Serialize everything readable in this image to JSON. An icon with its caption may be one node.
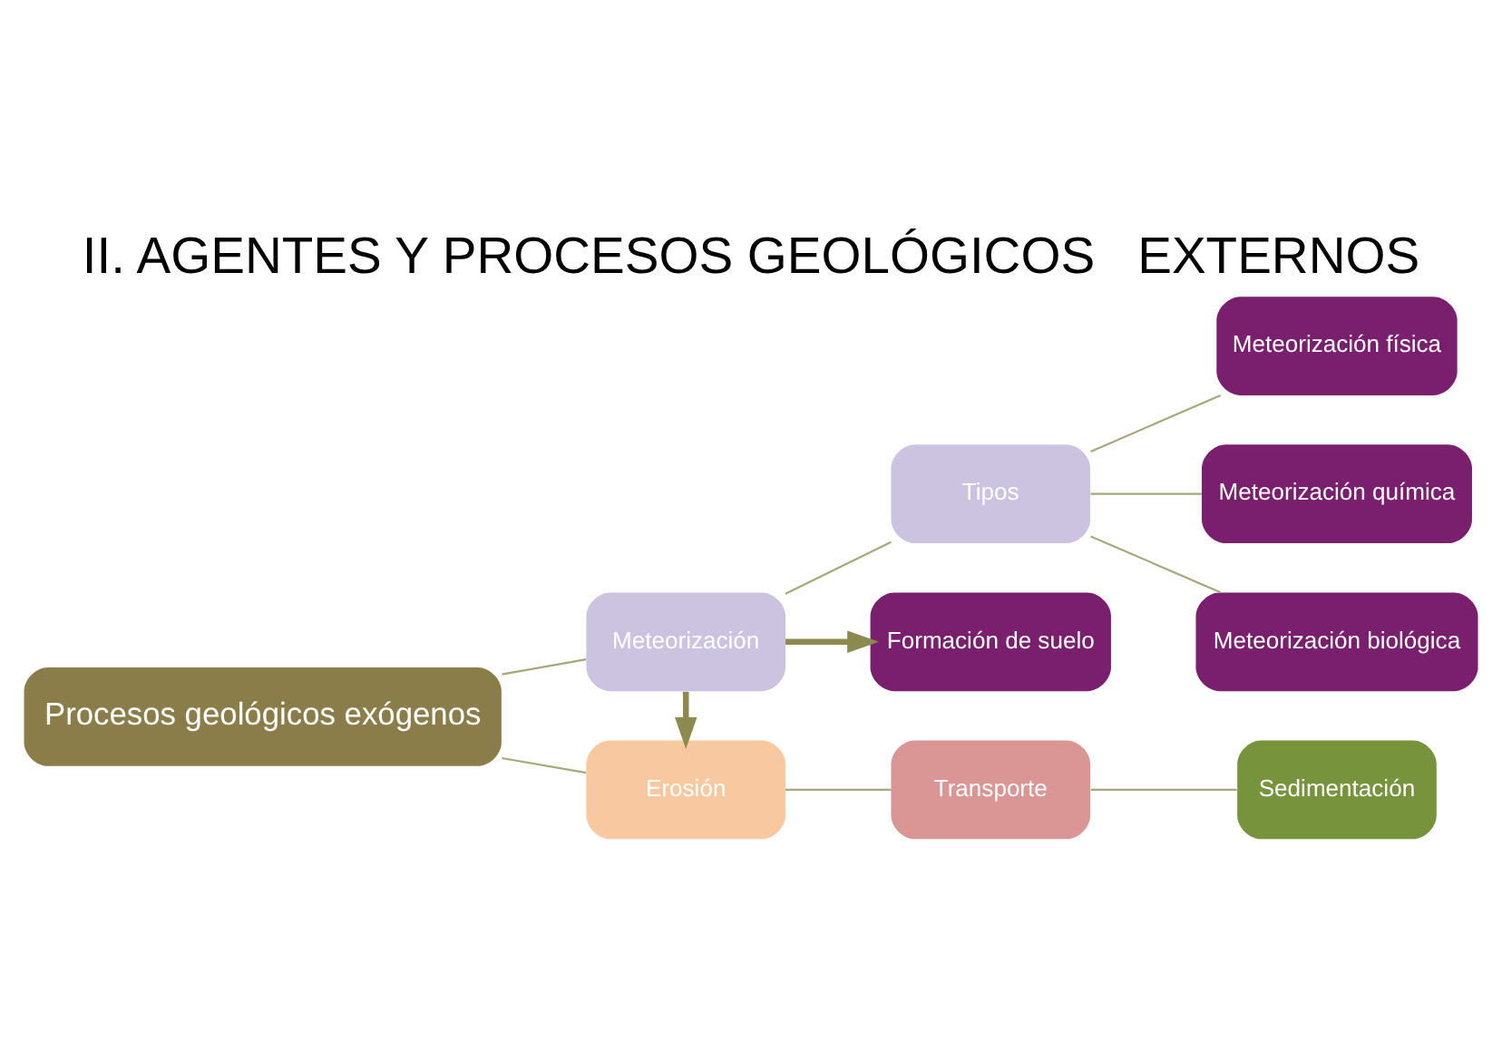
{
  "diagram": {
    "title": "II. AGENTES Y PROCESOS GEOLÓGICOS   EXTERNOS",
    "nodes": [
      {
        "text": [
          "Procesos geológicos exógenos"
        ]
      },
      {
        "text": [
          "Meteorización"
        ]
      },
      {
        "text": [
          "Tipos"
        ]
      },
      {
        "text": [
          "Meteorización física"
        ]
      },
      {
        "text": [
          "Meteorización química"
        ]
      },
      {
        "text": [
          "Meteorización biológica"
        ]
      },
      {
        "text": [
          "Formación de suelo"
        ]
      },
      {
        "text": [
          "Erosión"
        ]
      },
      {
        "text": [
          "Transporte"
        ]
      },
      {
        "text": [
          "Sedimentación"
        ]
      }
    ],
    "edges": [
      {
        "from": 0,
        "to": 1,
        "arrow": "none"
      },
      {
        "from": 0,
        "to": 7,
        "arrow": "none"
      },
      {
        "from": 1,
        "to": 2,
        "arrow": "none"
      },
      {
        "from": 2,
        "to": 3,
        "arrow": "none"
      },
      {
        "from": 2,
        "to": 4,
        "arrow": "none"
      },
      {
        "from": 2,
        "to": 5,
        "arrow": "none"
      },
      {
        "from": 1,
        "to": 6,
        "arrow": "to",
        "style": "thick",
        "color": "#8c8a4e"
      },
      {
        "from": 1,
        "to": 7,
        "arrow": "to",
        "style": "thick",
        "color": "#8c8a4e"
      },
      {
        "from": 7,
        "to": 8,
        "arrow": "none"
      },
      {
        "from": 8,
        "to": 9,
        "arrow": "none"
      }
    ]
  }
}
